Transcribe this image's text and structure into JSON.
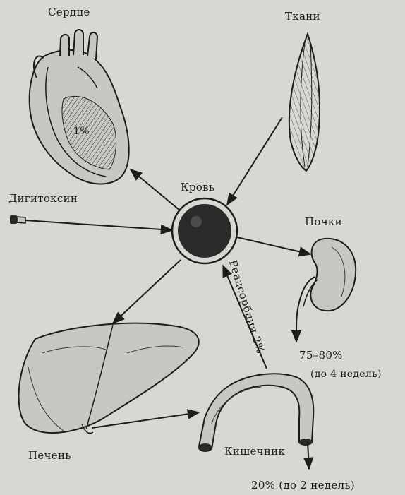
{
  "labels": {
    "heart": "Сердце",
    "heart_pct": "1%",
    "tissues": "Ткани",
    "blood": "Кровь",
    "digitoxin": "Дигитоксин",
    "kidneys": "Почки",
    "reabsorption": "Реадсорбция 2%",
    "kidney_pct": "75–80%",
    "kidney_time": "(до 4 недель)",
    "liver": "Печень",
    "intestine": "Кишечник",
    "intestine_out": "20% (до 2 недель)"
  },
  "colors": {
    "background": "#d9d7d2",
    "ink": "#1c1c1c"
  }
}
